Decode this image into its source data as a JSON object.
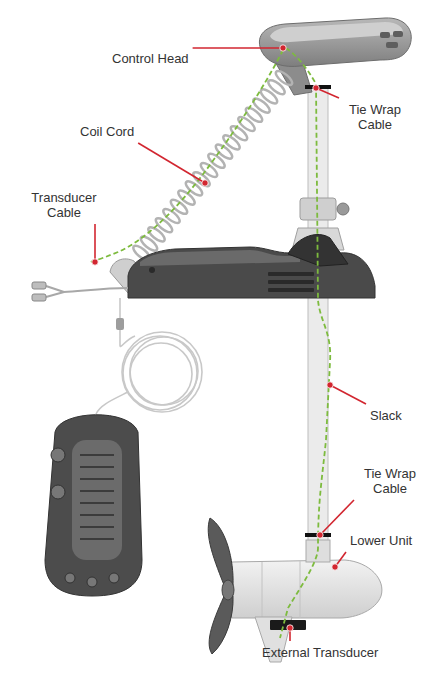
{
  "diagram": {
    "labels": [
      "Control Head",
      "Tie Wrap Cable",
      "Coil Cord",
      "Transducer Cable",
      "Slack",
      "Tie Wrap Cable",
      "Lower Unit",
      "External Transducer"
    ]
  }
}
